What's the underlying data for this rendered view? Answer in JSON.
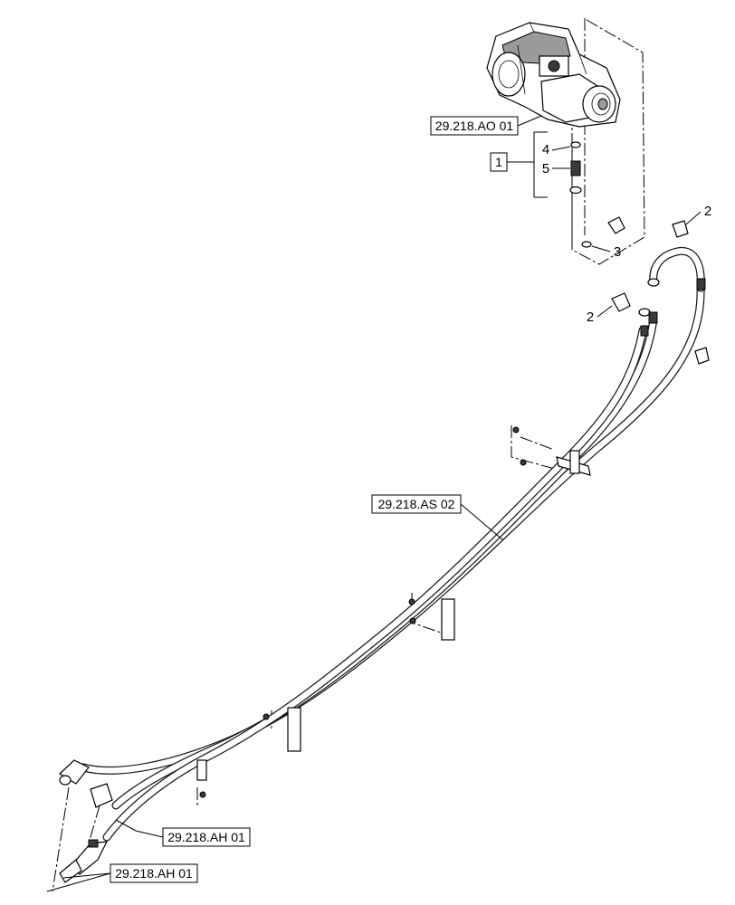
{
  "references": {
    "pump": "29.218.AO 01",
    "hose_bundle": "29.218.AS 02",
    "motor_upper": "29.218.AH 01",
    "motor_lower": "29.218.AH 01"
  },
  "group_box_label": "1",
  "item_numbers": {
    "item_4": "4",
    "item_5": "5",
    "item_3": "3",
    "item_2_upper": "2",
    "item_2_lower": "2"
  }
}
